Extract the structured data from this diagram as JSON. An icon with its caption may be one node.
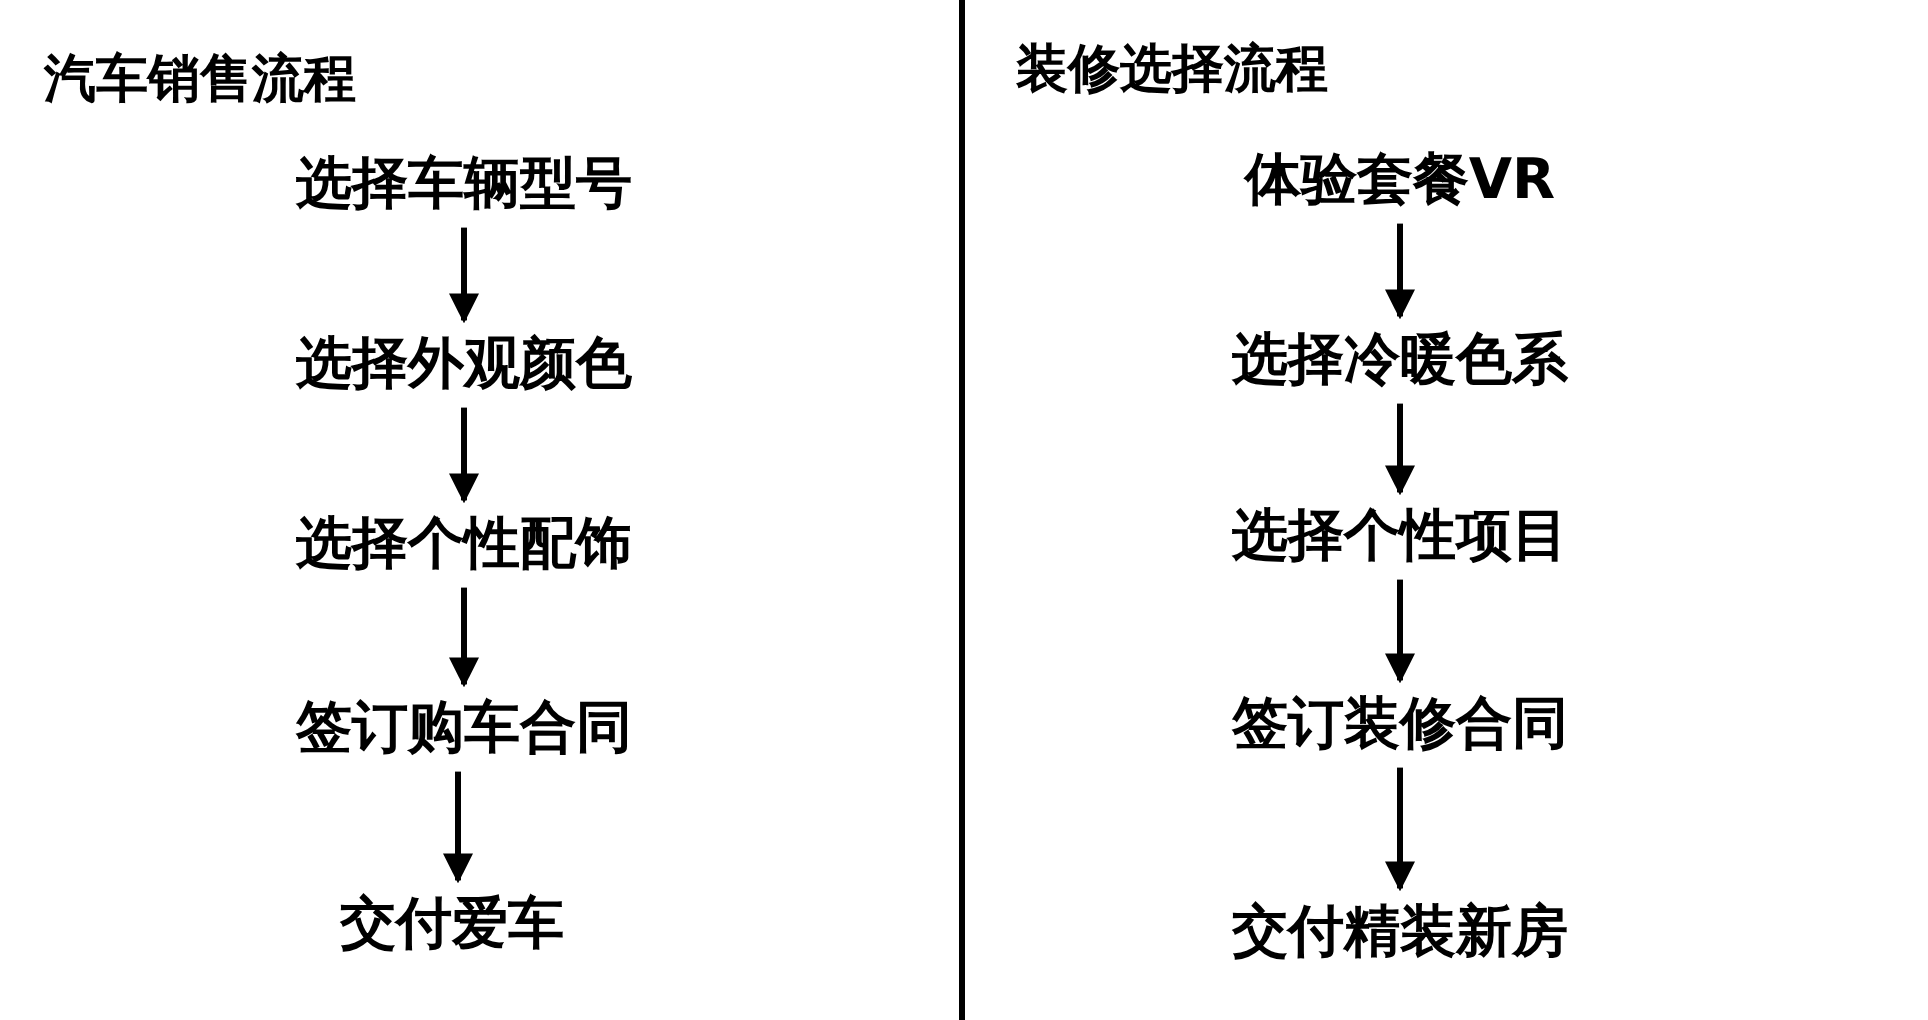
{
  "diagram": {
    "nodes": [
      {
        "text": [
          "选择车辆型号"
        ]
      },
      {
        "text": [
          "选择外观颜色"
        ]
      },
      {
        "text": [
          "选择个性配饰"
        ]
      },
      {
        "text": [
          "签订购车合同"
        ]
      },
      {
        "text": [
          "交付爱车"
        ]
      },
      {
        "text": [
          "体验套餐VR"
        ]
      },
      {
        "text": [
          "选择冷暖色系"
        ]
      },
      {
        "text": [
          "选择个性项目"
        ]
      },
      {
        "text": [
          "签订装修合同"
        ]
      },
      {
        "text": [
          "交付精装新房"
        ]
      }
    ],
    "edges": [
      {
        "from": 0,
        "to": 1,
        "arrow": "to"
      },
      {
        "from": 1,
        "to": 2,
        "arrow": "to"
      },
      {
        "from": 2,
        "to": 3,
        "arrow": "to"
      },
      {
        "from": 3,
        "to": 4,
        "arrow": "to"
      },
      {
        "from": 5,
        "to": 6,
        "arrow": "to"
      },
      {
        "from": 6,
        "to": 7,
        "arrow": "to"
      },
      {
        "from": 7,
        "to": 8,
        "arrow": "to"
      },
      {
        "from": 8,
        "to": 9,
        "arrow": "to"
      }
    ],
    "labels": [
      "汽车销售流程",
      "装修选择流程"
    ]
  }
}
